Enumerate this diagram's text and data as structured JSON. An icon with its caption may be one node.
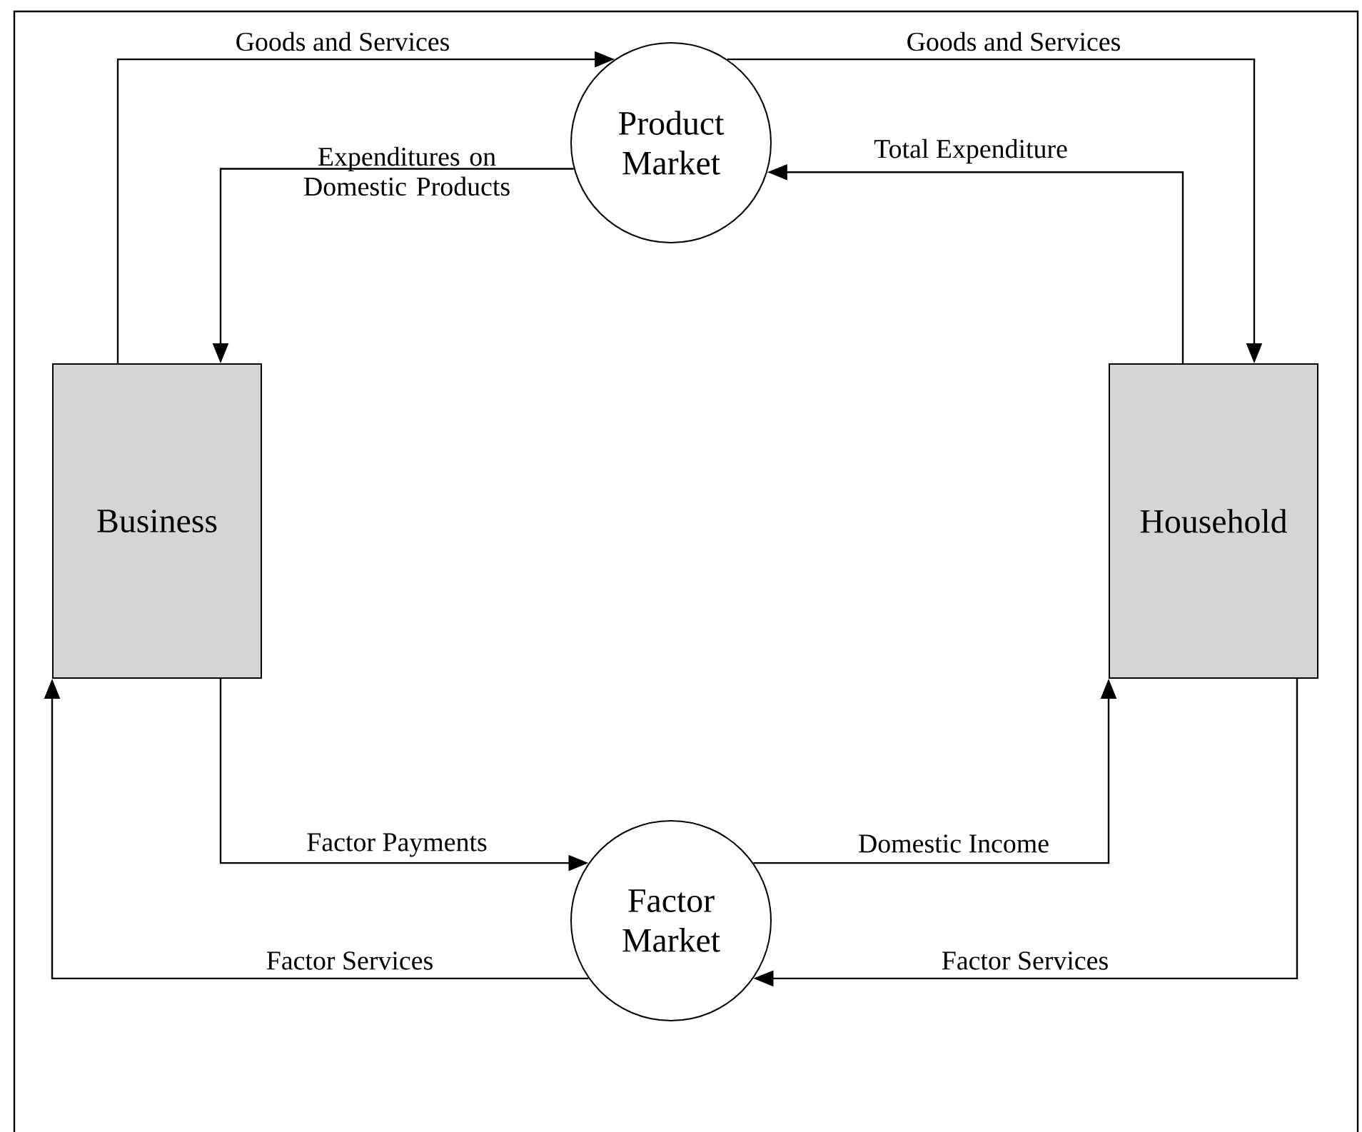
{
  "diagram": {
    "nodes": [
      {
        "text": [
          "Product Market"
        ]
      },
      {
        "text": [
          "Business"
        ]
      },
      {
        "text": [
          "Household"
        ]
      },
      {
        "text": [
          "Factor Market"
        ]
      }
    ],
    "edges": [
      {
        "from": 1,
        "to": 0,
        "arrow": "to",
        "label": "Goods and Services"
      },
      {
        "from": 0,
        "to": 1,
        "arrow": "to",
        "label": "Expenditures on Domestic Products"
      },
      {
        "from": 0,
        "to": 2,
        "arrow": "to",
        "label": "Goods and Services"
      },
      {
        "from": 2,
        "to": 0,
        "arrow": "to",
        "label": "Total Expenditure"
      },
      {
        "from": 1,
        "to": 3,
        "arrow": "to",
        "label": "Factor Payments"
      },
      {
        "from": 3,
        "to": 2,
        "arrow": "to",
        "label": "Domestic Income"
      },
      {
        "from": 3,
        "to": 1,
        "arrow": "to",
        "label": "Factor Services"
      },
      {
        "from": 2,
        "to": 3,
        "arrow": "to",
        "label": "Factor Services"
      }
    ]
  }
}
